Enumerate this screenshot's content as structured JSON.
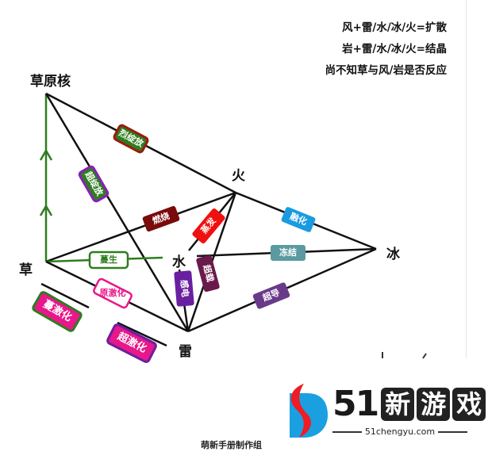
{
  "legend": {
    "lines": [
      "风+雷/水/冰/火=扩散",
      "岩+雷/水/冰/火=结晶",
      "尚不知草与风/岩是否反应"
    ]
  },
  "nodes": {
    "dendro_core": "草原核",
    "dendro": "草",
    "pyro": "火",
    "hydro": "水",
    "cryo": "冰",
    "electro": "雷"
  },
  "reactions": {
    "burgeon": {
      "label": "烈绽放",
      "fill": "#2e7d1f",
      "border": "#9b1a0e"
    },
    "hyperbloom": {
      "label": "超绽放",
      "fill": "#2e7d1f",
      "border": "#8a1fb8"
    },
    "burning": {
      "label": "燃烧",
      "fill": "#7a0b0b",
      "border": "#7a0b0b"
    },
    "vaporize": {
      "label": "蒸发",
      "fill": "#f01010",
      "border": "#f01010"
    },
    "melt": {
      "label": "融化",
      "fill": "#1a9be0",
      "border": "#1a9be0"
    },
    "bloom": {
      "label": "蔓生",
      "fill": "#ffffff",
      "border": "#2e7d1f",
      "text": "#2e7d1f"
    },
    "frozen": {
      "label": "冻结",
      "fill": "#5a9aa0",
      "border": "#5a9aa0"
    },
    "quicken": {
      "label": "原激化",
      "fill": "#ffffff",
      "border": "#e8178a",
      "text": "#e8178a"
    },
    "electro_charged": {
      "label": "感电",
      "fill": "#6a1fa0",
      "border": "#6a1fa0"
    },
    "overloaded": {
      "label": "超载",
      "fill": "#6a1a4a",
      "border": "#6a1a4a"
    },
    "superconduct": {
      "label": "超导",
      "fill": "#6a3a8a",
      "border": "#6a3a8a"
    },
    "spread": {
      "label": "蔓激化",
      "fill": "#e8178a",
      "border": "#2e7d1f"
    },
    "aggravate": {
      "label": "超激化",
      "fill": "#e8178a",
      "border": "#6a1fa0"
    }
  },
  "footer": {
    "credit": "萌新手册制作组"
  },
  "logo": {
    "number": "51",
    "chars": [
      "新",
      "游",
      "戏"
    ],
    "url": "51chengyu.com",
    "colors": {
      "red": "#ee1c25",
      "blue": "#1aa0e0"
    }
  }
}
